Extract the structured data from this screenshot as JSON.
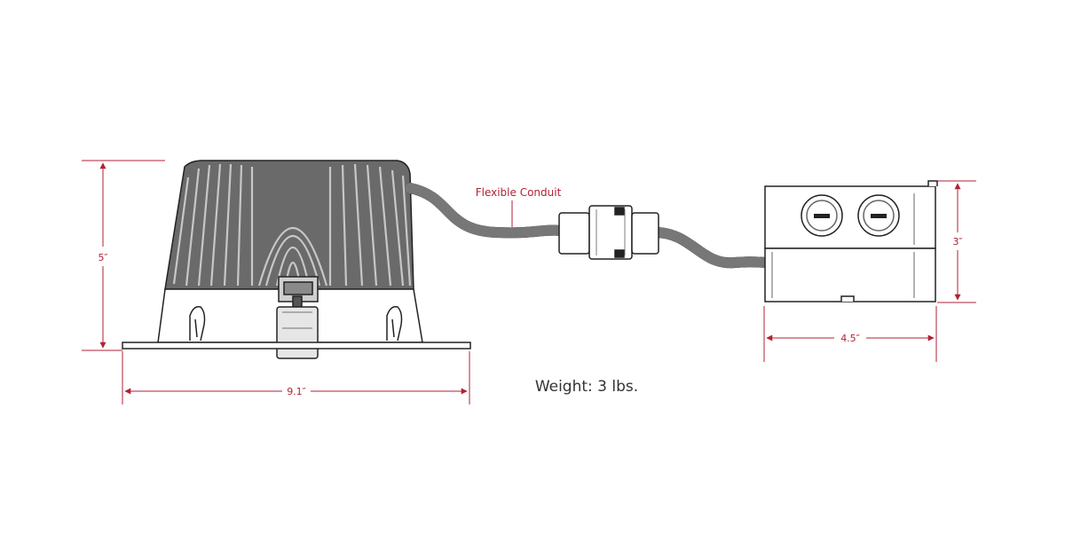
{
  "diagram": {
    "accent_color": "#b22234",
    "line_color": "#222222",
    "labels": {
      "height_fixture": "5″",
      "width_fixture": "9.1″",
      "height_box": "3″",
      "width_box": "4.5″",
      "conduit": "Flexible Conduit",
      "weight": "Weight: 3 lbs."
    }
  }
}
